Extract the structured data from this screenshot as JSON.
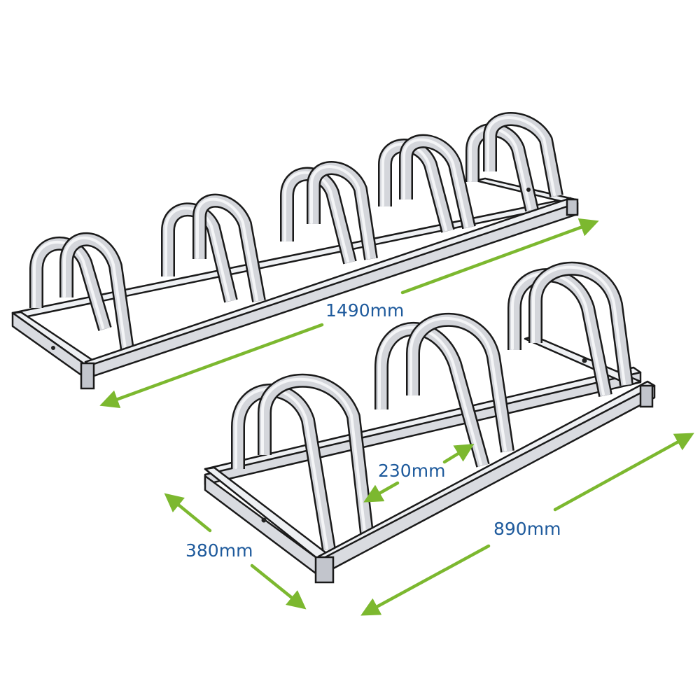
{
  "dimensions": {
    "long_rack_length": "1490mm",
    "short_rack_length": "890mm",
    "rack_width": "380mm",
    "arch_spacing": "230mm"
  },
  "colors": {
    "arrow": "#7cb82f",
    "label": "#1e5a9c",
    "metal": "#d4d6db",
    "outline": "#1a1a1a"
  },
  "racks": [
    {
      "name": "five-bike-rack",
      "arch_pairs": 5
    },
    {
      "name": "three-bike-rack",
      "arch_pairs": 3
    }
  ]
}
